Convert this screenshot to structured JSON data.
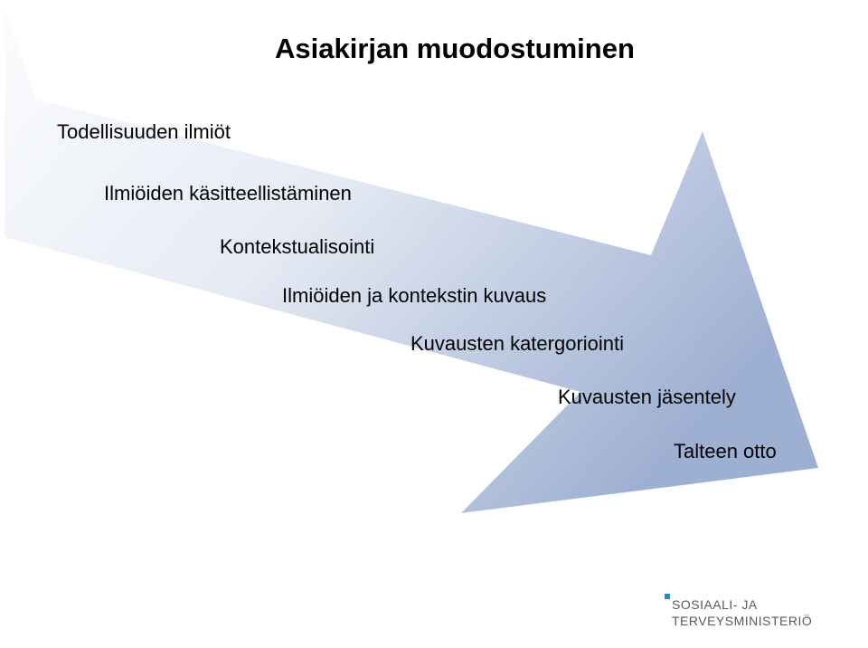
{
  "title": "Asiakirjan muodostuminen",
  "steps": [
    "Todellisuuden ilmiöt",
    "Ilmiöiden käsitteellistäminen",
    "Kontekstualisointi",
    "Ilmiöiden ja kontekstin kuvaus",
    "Kuvausten katergoriointi",
    "Kuvausten jäsentely",
    "Talteen otto"
  ],
  "logo": {
    "line1": "SOSIAALI- JA",
    "line2": "TERVEYSMINISTERIÖ"
  },
  "colors": {
    "arrow_light": "#f4f6fa",
    "arrow_dark": "#a9b8d6",
    "logo_accent": "#2a8fb8",
    "logo_text": "#555a60"
  }
}
